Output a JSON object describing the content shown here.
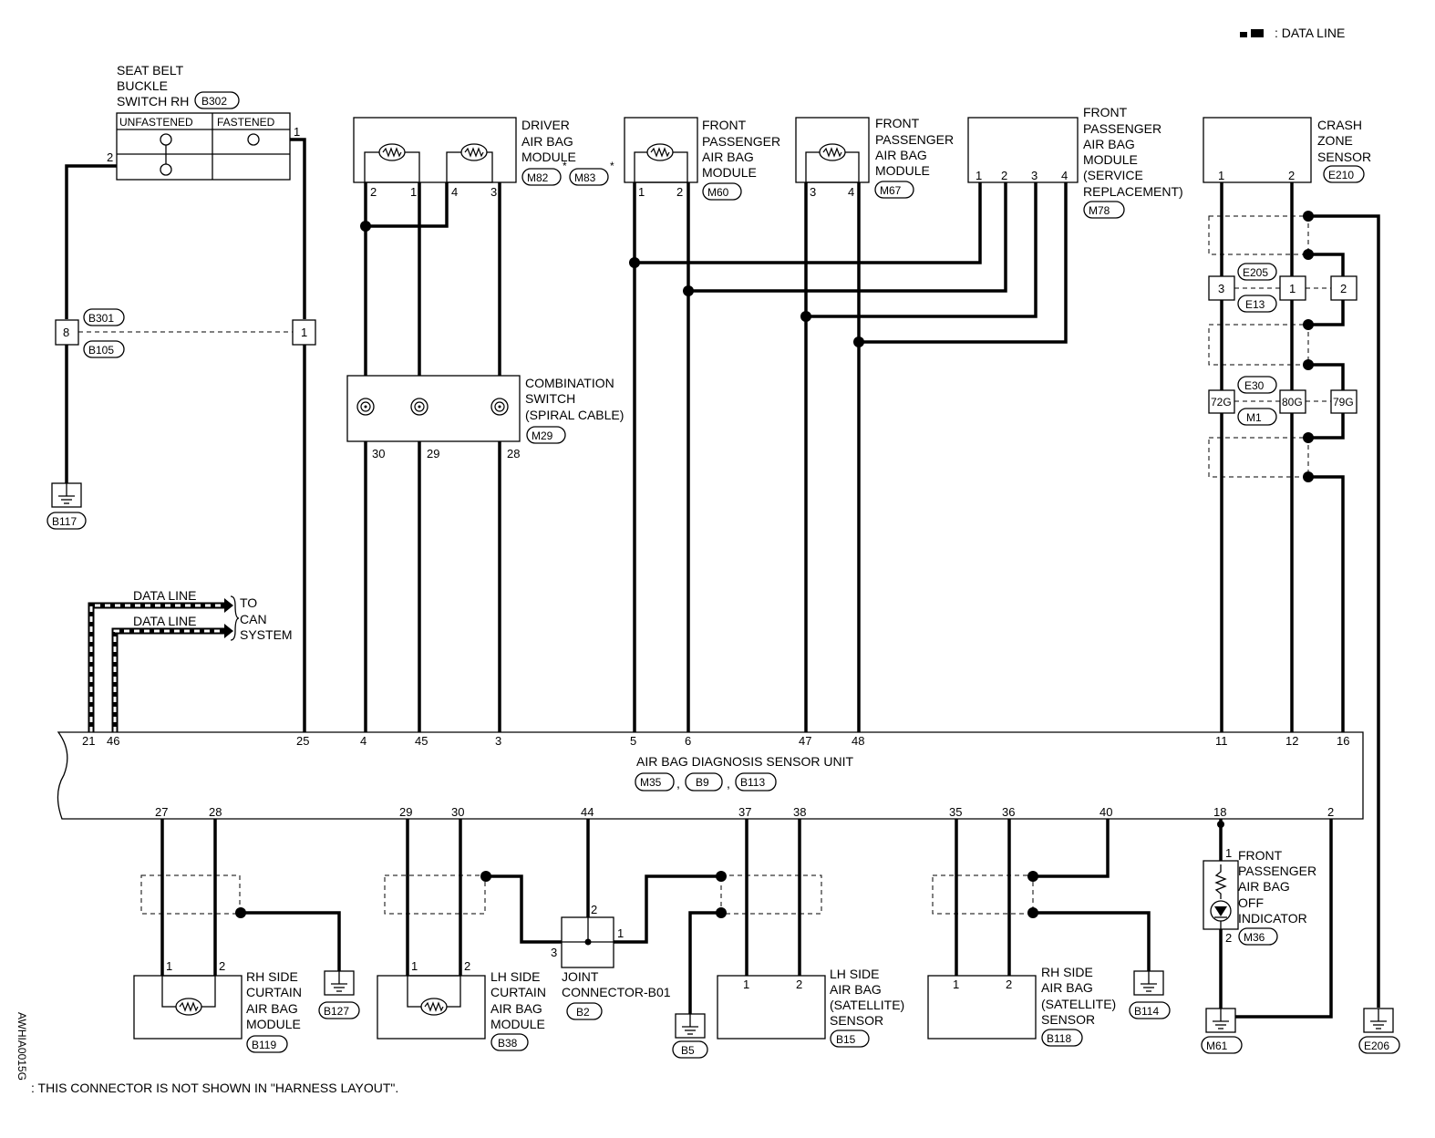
{
  "legend": {
    "data_line": ": DATA LINE"
  },
  "seatbelt": {
    "l1": "SEAT BELT",
    "l2": "BUCKLE",
    "l3": "SWITCH RH",
    "conn": "B302",
    "unfastened": "UNFASTENED",
    "fastened": "FASTENED",
    "pin_left": "2",
    "pin_right": "1"
  },
  "conn_b301": {
    "top": "B301",
    "bottom": "B105",
    "pin_left": "8",
    "pin_right": "1"
  },
  "ground_b117": "B117",
  "driver": {
    "l1": "DRIVER",
    "l2": "AIR BAG",
    "l3": "MODULE",
    "conn1": "M82",
    "conn2": "M83",
    "star": "*",
    "pins": [
      "2",
      "1",
      "4",
      "3"
    ]
  },
  "fpab_m60": {
    "l1": "FRONT",
    "l2": "PASSENGER",
    "l3": "AIR BAG",
    "l4": "MODULE",
    "conn": "M60",
    "pins": [
      "1",
      "2"
    ]
  },
  "fpab_m67": {
    "l1": "FRONT",
    "l2": "PASSENGER",
    "l3": "AIR BAG",
    "l4": "MODULE",
    "conn": "M67",
    "pins": [
      "3",
      "4"
    ]
  },
  "fpab_m78": {
    "l1": "FRONT",
    "l2": "PASSENGER",
    "l3": "AIR BAG",
    "l4": "MODULE",
    "l5": "(SERVICE",
    "l6": "REPLACEMENT)",
    "conn": "M78",
    "pins": [
      "1",
      "2",
      "3",
      "4"
    ]
  },
  "crash": {
    "l1": "CRASH",
    "l2": "ZONE",
    "l3": "SENSOR",
    "conn": "E210",
    "pins": [
      "1",
      "2"
    ]
  },
  "e205": {
    "top": "E205",
    "bottom": "E13",
    "pins": [
      "3",
      "1",
      "2"
    ]
  },
  "e30": {
    "top": "E30",
    "bottom": "M1",
    "pins": [
      "72G",
      "80G",
      "79G"
    ]
  },
  "combo": {
    "l1": "COMBINATION",
    "l2": "SWITCH",
    "l3": "(SPIRAL CABLE)",
    "conn": "M29",
    "pins": [
      "30",
      "29",
      "28"
    ]
  },
  "dataline": {
    "label1": "DATA LINE",
    "label2": "DATA LINE",
    "to1": "TO",
    "to2": "CAN",
    "to3": "SYSTEM"
  },
  "unit": {
    "name": "AIR BAG DIAGNOSIS SENSOR UNIT",
    "conn1": "M35",
    "conn2": "B9",
    "conn3": "B113",
    "sep": ",",
    "top_pins": [
      "21",
      "46",
      "25",
      "4",
      "45",
      "3",
      "5",
      "6",
      "47",
      "48",
      "11",
      "12",
      "16"
    ],
    "bottom_pins": [
      "27",
      "28",
      "29",
      "30",
      "44",
      "37",
      "38",
      "35",
      "36",
      "40",
      "18",
      "2"
    ]
  },
  "rh_curtain": {
    "l1": "RH SIDE",
    "l2": "CURTAIN",
    "l3": "AIR BAG",
    "l4": "MODULE",
    "conn": "B119",
    "pins": [
      "1",
      "2"
    ],
    "ground": "B127"
  },
  "lh_curtain": {
    "l1": "LH SIDE",
    "l2": "CURTAIN",
    "l3": "AIR BAG",
    "l4": "MODULE",
    "conn": "B38",
    "pins": [
      "1",
      "2"
    ]
  },
  "joint": {
    "l1": "JOINT",
    "l2": "CONNECTOR-B01",
    "conn": "B2",
    "pins": [
      "2",
      "3",
      "1"
    ],
    "ground": "B5"
  },
  "lh_side": {
    "l1": "LH SIDE",
    "l2": "AIR BAG",
    "l3": "(SATELLITE)",
    "l4": "SENSOR",
    "conn": "B15",
    "pins": [
      "1",
      "2"
    ]
  },
  "rh_side": {
    "l1": "RH SIDE",
    "l2": "AIR BAG",
    "l3": "(SATELLITE)",
    "l4": "SENSOR",
    "conn": "B118",
    "pins": [
      "1",
      "2"
    ],
    "ground": "B114"
  },
  "indicator": {
    "l1": "FRONT",
    "l2": "PASSENGER",
    "l3": "AIR BAG",
    "l4": "OFF",
    "l5": "INDICATOR",
    "conn": "M36",
    "pins": [
      "1",
      "2"
    ]
  },
  "grounds": {
    "m61": "M61",
    "e206": "E206"
  },
  "footnote": ": THIS CONNECTOR IS NOT SHOWN IN \"HARNESS LAYOUT\".",
  "side_code": "AWHIA0015G"
}
